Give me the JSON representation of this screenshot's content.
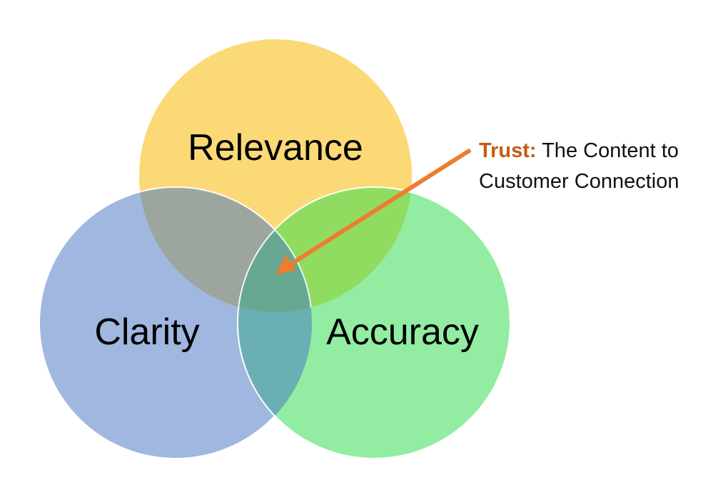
{
  "diagram": {
    "type": "venn",
    "sets": [
      {
        "id": "relevance",
        "label": "Relevance",
        "color": "#fcd977"
      },
      {
        "id": "clarity",
        "label": "Clarity",
        "color": "#8eaadb"
      },
      {
        "id": "accuracy",
        "label": "Accuracy",
        "color": "#7ae88e"
      }
    ],
    "intersections": {
      "relevance_clarity": "#9ca69e",
      "relevance_accuracy": "#90dc60",
      "clarity_accuracy": "#6aafb4",
      "all_three": "#67a892"
    },
    "callout": {
      "title": "Trust:",
      "line1_rest": " The Content to",
      "line2": "Customer Connection",
      "title_color": "#c55a11",
      "arrow_color": "#ed7d31",
      "points_to": "all_three"
    }
  }
}
